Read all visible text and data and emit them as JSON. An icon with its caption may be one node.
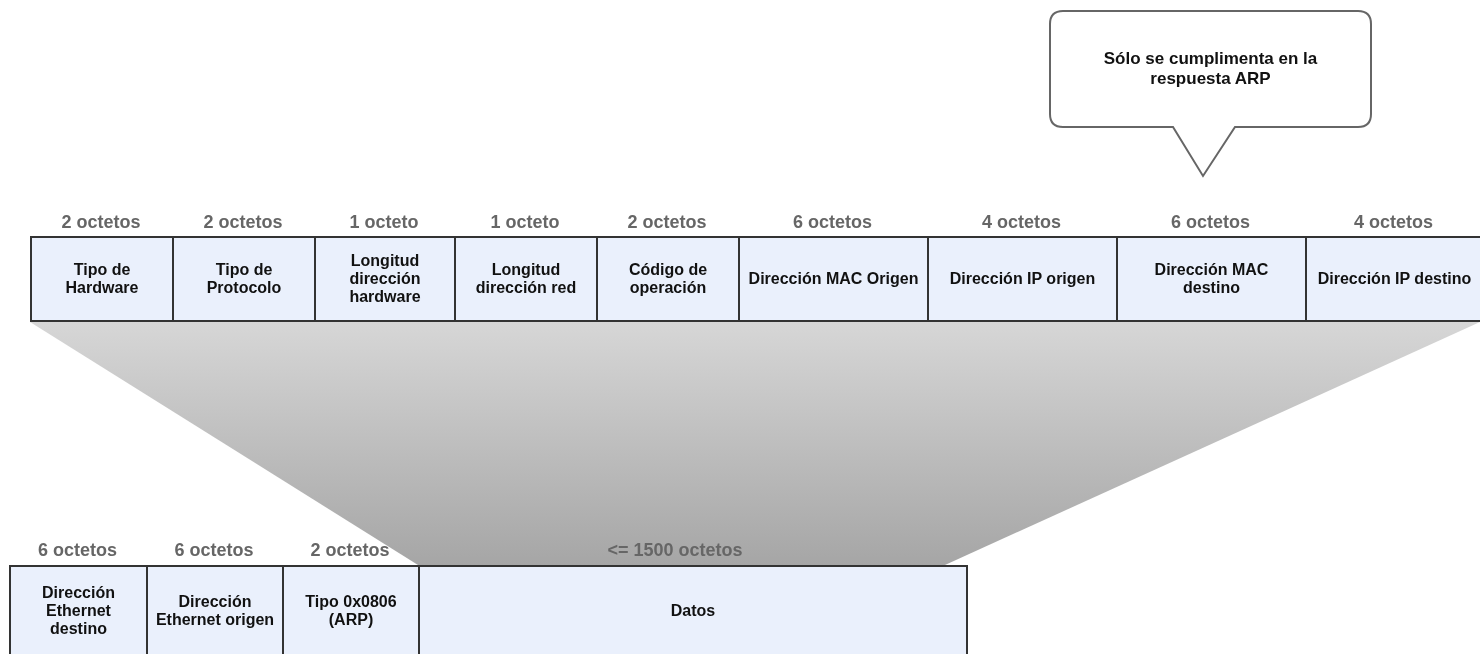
{
  "diagram": {
    "nodes": [
      {
        "text": [
          "Sólo se cumplimenta en la respuesta ARP"
        ]
      },
      {
        "text": [
          "Tipo de Hardware"
        ],
        "beside": [
          "2 octetos"
        ]
      },
      {
        "text": [
          "Tipo de Protocolo"
        ],
        "beside": [
          "2 octetos"
        ]
      },
      {
        "text": [
          "Longitud dirección hardware"
        ],
        "beside": [
          "1 octeto"
        ]
      },
      {
        "text": [
          "Longitud dirección red"
        ],
        "beside": [
          "1 octeto"
        ]
      },
      {
        "text": [
          "Código de operación"
        ],
        "beside": [
          "2 octetos"
        ]
      },
      {
        "text": [
          "Dirección MAC Origen"
        ],
        "beside": [
          "6 octetos"
        ]
      },
      {
        "text": [
          "Dirección IP origen"
        ],
        "beside": [
          "4 octetos"
        ]
      },
      {
        "text": [
          "Dirección MAC destino"
        ],
        "beside": [
          "6 octetos"
        ]
      },
      {
        "text": [
          "Dirección IP destino"
        ],
        "beside": [
          "4 octetos"
        ]
      },
      {
        "text": [
          "Dirección Ethernet destino"
        ],
        "beside": [
          "6 octetos"
        ]
      },
      {
        "text": [
          "Dirección Ethernet origen"
        ],
        "beside": [
          "6 octetos"
        ]
      },
      {
        "text": [
          "Tipo 0x0806 (ARP)"
        ],
        "beside": [
          "2 octetos"
        ]
      },
      {
        "text": [
          "Datos"
        ],
        "beside": [
          "<= 1500 octetos"
        ]
      }
    ],
    "edges": []
  }
}
